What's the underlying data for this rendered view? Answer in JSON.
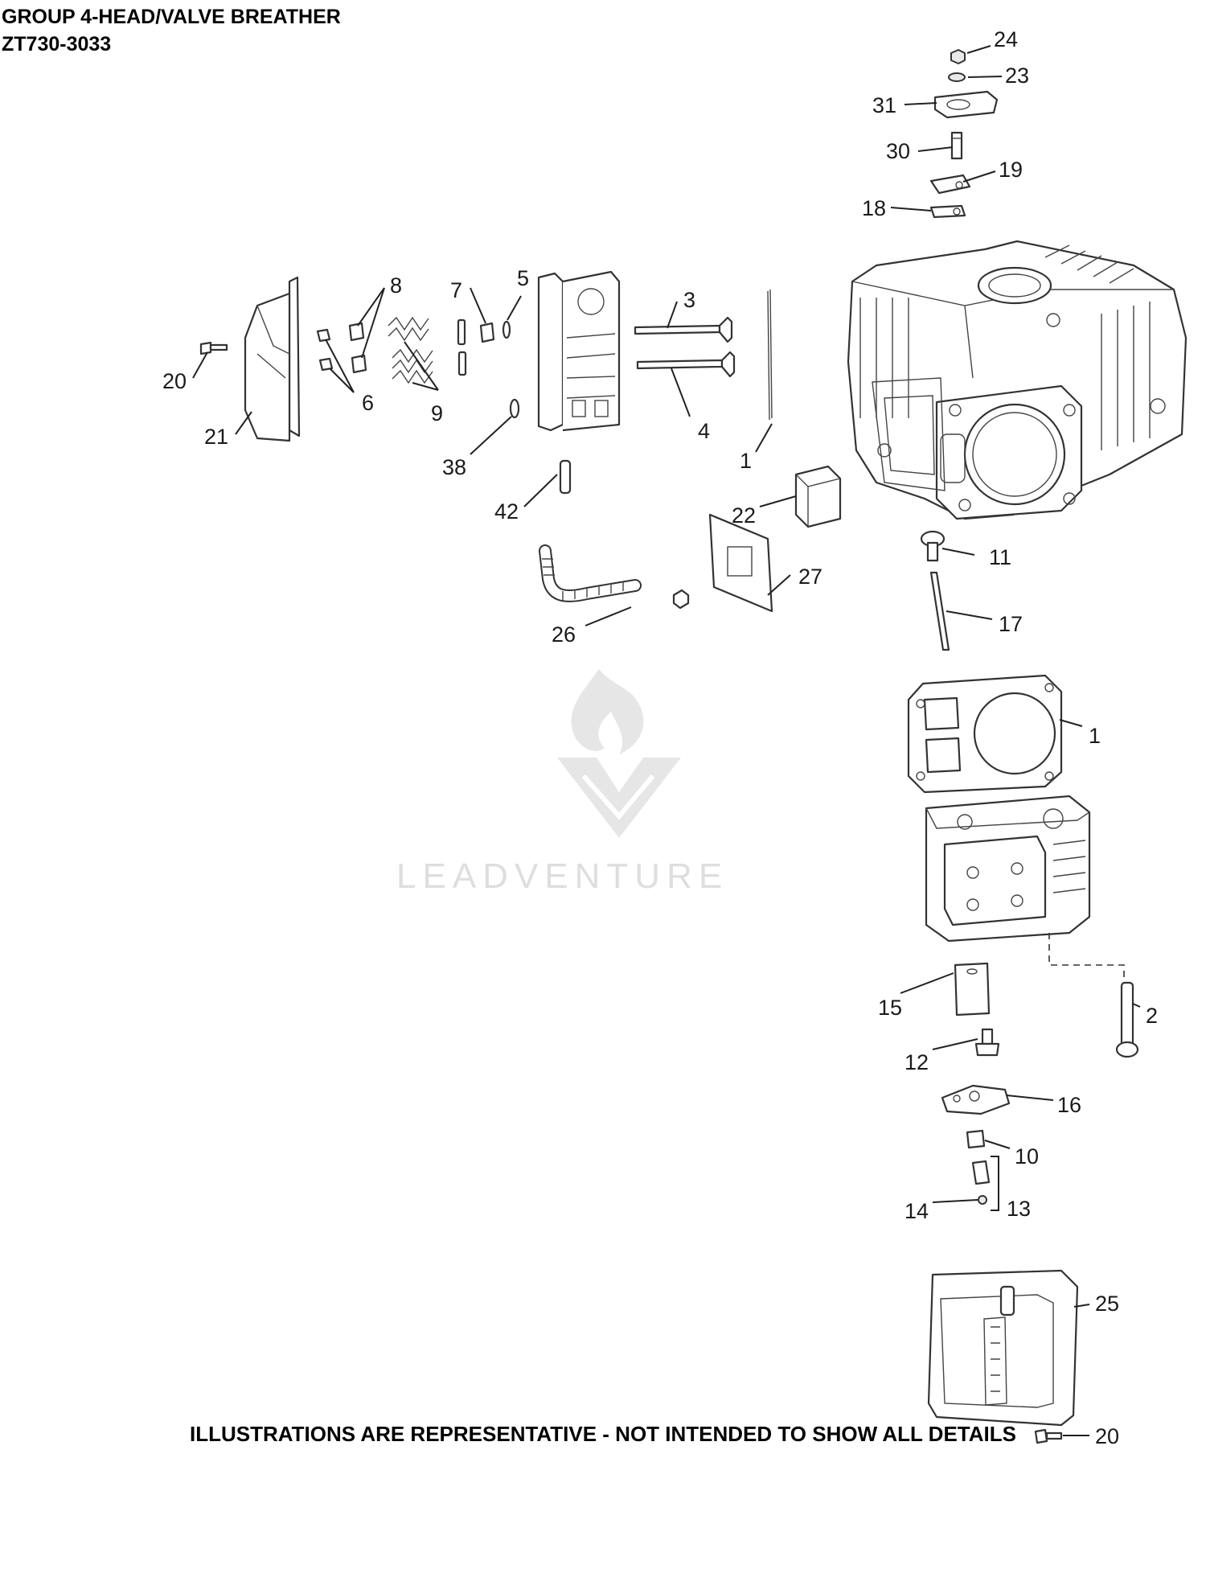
{
  "header": {
    "title": "GROUP 4-HEAD/VALVE BREATHER",
    "model": "ZT730-3033"
  },
  "footer": {
    "note": "ILLUSTRATIONS ARE REPRESENTATIVE - NOT INTENDED TO SHOW ALL DETAILS"
  },
  "watermark": {
    "text": "LEADVENTURE"
  },
  "callouts": {
    "c24": "24",
    "c23": "23",
    "c31": "31",
    "c30": "30",
    "c19": "19",
    "c18": "18",
    "c8": "8",
    "c7": "7",
    "c5": "5",
    "c3": "3",
    "c20a": "20",
    "c6": "6",
    "c9": "9",
    "c21": "21",
    "c4": "4",
    "c1a": "1",
    "c38": "38",
    "c42": "42",
    "c22": "22",
    "c11": "11",
    "c27": "27",
    "c26": "26",
    "c17": "17",
    "c1b": "1",
    "c15": "15",
    "c2": "2",
    "c12": "12",
    "c16": "16",
    "c10": "10",
    "c13": "13",
    "c14": "14",
    "c25": "25",
    "c20b": "20"
  }
}
